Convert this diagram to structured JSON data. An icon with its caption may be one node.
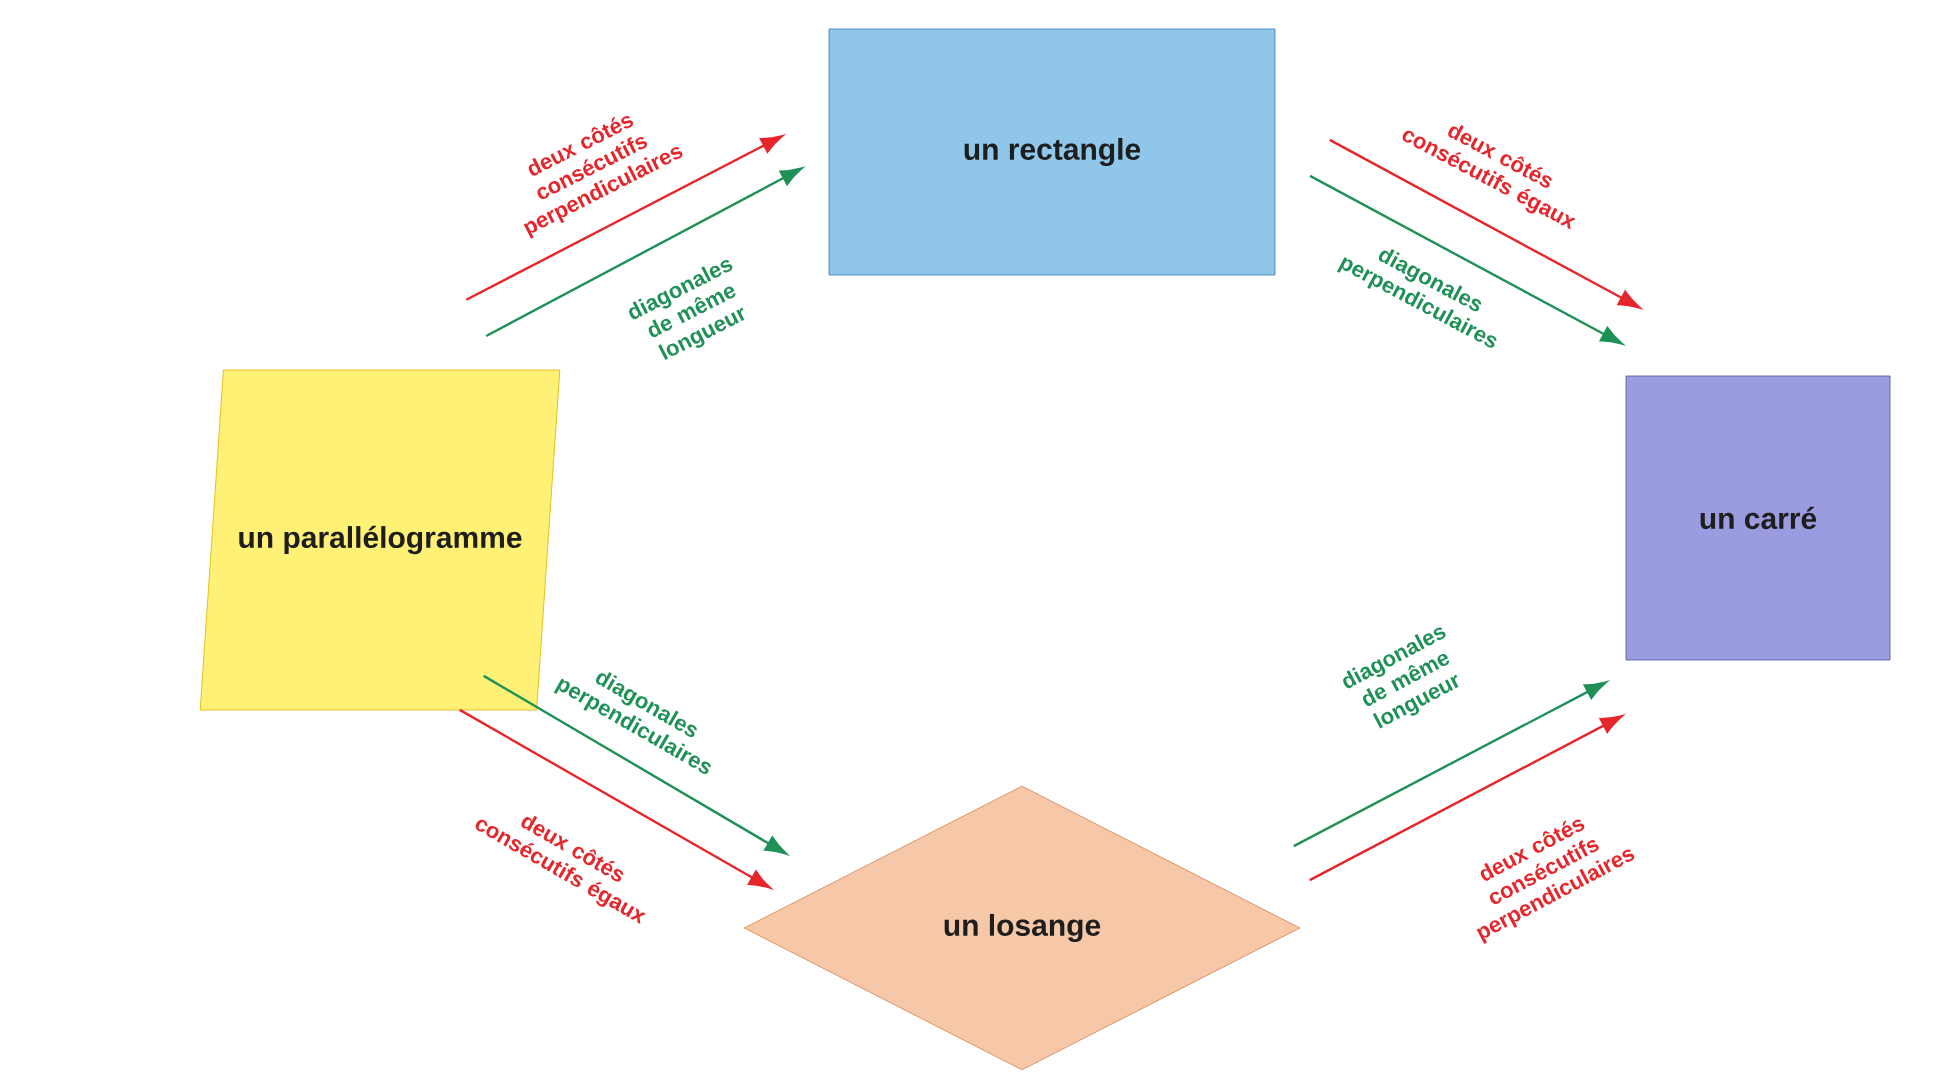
{
  "diagram": {
    "nodes": [
      {
        "text": [
          "un parallélogramme"
        ]
      },
      {
        "text": [
          "un rectangle"
        ]
      },
      {
        "text": [
          "un carré"
        ]
      },
      {
        "text": [
          "un losange"
        ]
      }
    ],
    "edges": [
      {
        "from": 0,
        "to": 1,
        "arrow": "to",
        "label": "deux côtés consécutifs perpendiculaires",
        "color": "#e5262b"
      },
      {
        "from": 0,
        "to": 1,
        "arrow": "to",
        "label": "diagonales de même longueur",
        "color": "#1f9157"
      },
      {
        "from": 1,
        "to": 2,
        "arrow": "to",
        "label": "deux côtés consécutifs égaux",
        "color": "#e5262b"
      },
      {
        "from": 1,
        "to": 2,
        "arrow": "to",
        "label": "diagonales perpendiculaires",
        "color": "#1f9157"
      },
      {
        "from": 0,
        "to": 3,
        "arrow": "to",
        "label": "diagonales perpendiculaires",
        "color": "#1f9157"
      },
      {
        "from": 0,
        "to": 3,
        "arrow": "to",
        "label": "deux côtés consécutifs égaux",
        "color": "#e5262b"
      },
      {
        "from": 3,
        "to": 2,
        "arrow": "to",
        "label": "diagonales de même longueur",
        "color": "#1f9157"
      },
      {
        "from": 3,
        "to": 2,
        "arrow": "to",
        "label": "deux côtés consécutifs perpendiculaires",
        "color": "#e5262b"
      }
    ]
  }
}
